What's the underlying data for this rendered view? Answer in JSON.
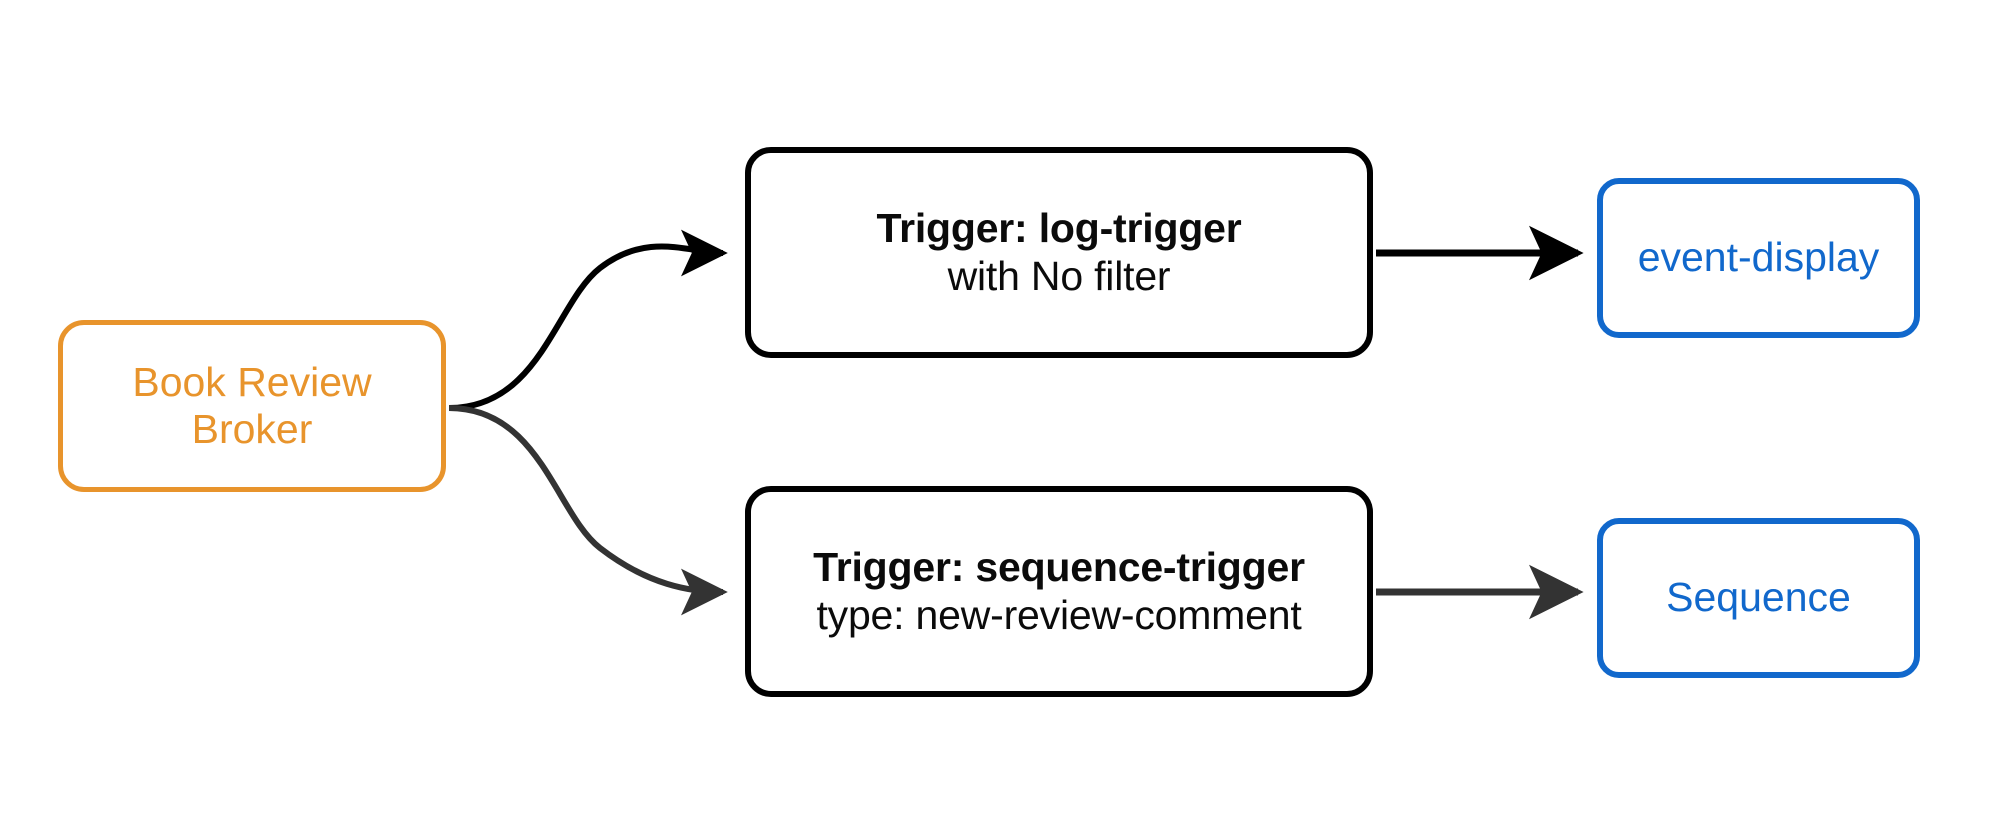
{
  "diagram": {
    "type": "flowchart",
    "direction": "left-to-right",
    "background_color": "#ffffff",
    "nodes": [
      {
        "id": "broker",
        "label_lines": [
          "Book Review",
          "Broker"
        ],
        "shape": "rounded-rectangle",
        "border_color": "#E8942C",
        "text_color": "#E8942C",
        "fill_color": "#ffffff"
      },
      {
        "id": "log-trigger",
        "title": "Trigger: log-trigger",
        "subtitle": "with No filter",
        "shape": "rounded-rectangle",
        "border_color": "#000000",
        "text_color": "#0b0b0b",
        "fill_color": "#ffffff"
      },
      {
        "id": "sequence-trigger",
        "title": "Trigger: sequence-trigger",
        "subtitle": "type: new-review-comment",
        "shape": "rounded-rectangle",
        "border_color": "#000000",
        "text_color": "#0b0b0b",
        "fill_color": "#ffffff"
      },
      {
        "id": "event-display",
        "label": "event-display",
        "shape": "rounded-rectangle",
        "border_color": "#1168CC",
        "text_color": "#1168CC",
        "fill_color": "#ffffff"
      },
      {
        "id": "sequence",
        "label": "Sequence",
        "shape": "rounded-rectangle",
        "border_color": "#1168CC",
        "text_color": "#1168CC",
        "fill_color": "#ffffff"
      }
    ],
    "edges": [
      {
        "id": "broker-to-log-trigger",
        "from": "broker",
        "to": "log-trigger",
        "style": "curved",
        "arrowhead": "filled-triangle",
        "color": "#000000"
      },
      {
        "id": "broker-to-sequence-trigger",
        "from": "broker",
        "to": "sequence-trigger",
        "style": "curved",
        "arrowhead": "filled-triangle",
        "color": "#333333"
      },
      {
        "id": "log-trigger-to-event-display",
        "from": "log-trigger",
        "to": "event-display",
        "style": "straight",
        "arrowhead": "filled-triangle",
        "color": "#000000"
      },
      {
        "id": "sequence-trigger-to-sequence",
        "from": "sequence-trigger",
        "to": "sequence",
        "style": "straight",
        "arrowhead": "filled-triangle",
        "color": "#333333"
      }
    ]
  }
}
